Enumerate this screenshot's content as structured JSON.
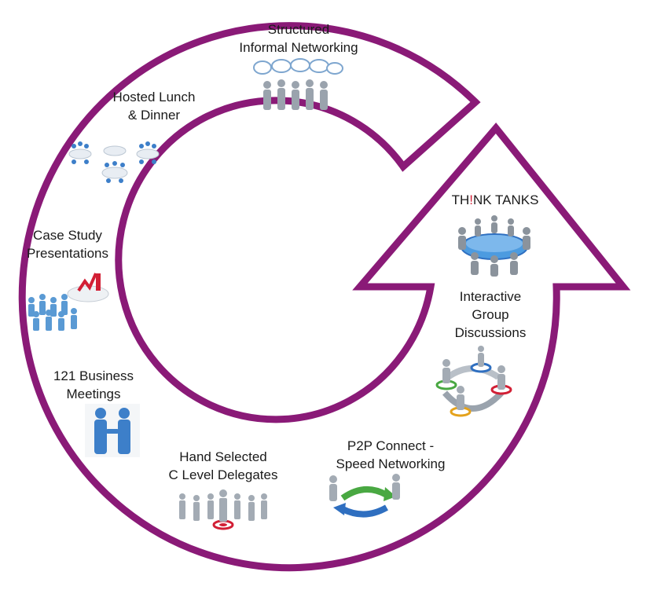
{
  "colors": {
    "ring_stroke": "#8a1a77",
    "ring_fill": "#ffffff",
    "figure_blue": "#3d7fc9",
    "figure_grey": "#9aa3ad",
    "target_red": "#d21f35",
    "accent": "#d21f35"
  },
  "stages": [
    {
      "id": "structured",
      "lines": [
        "Structured",
        "Informal Networking"
      ],
      "icon": "speech-bubbles-group-icon"
    },
    {
      "id": "hosted-lunch",
      "lines": [
        "Hosted Lunch",
        "& Dinner"
      ],
      "icon": "dining-groups-icon"
    },
    {
      "id": "case-study",
      "lines": [
        "Case Study",
        "Presentations"
      ],
      "icon": "presentation-audience-icon"
    },
    {
      "id": "business-meetings",
      "lines": [
        "121 Business",
        "Meetings"
      ],
      "icon": "handshake-icon"
    },
    {
      "id": "hand-selected",
      "lines": [
        "Hand Selected",
        "C Level Delegates"
      ],
      "icon": "target-selection-icon"
    },
    {
      "id": "p2p",
      "lines": [
        "P2P Connect -",
        "Speed Networking"
      ],
      "icon": "exchange-arrows-icon"
    },
    {
      "id": "interactive",
      "lines": [
        "Interactive",
        "Group",
        "Discussions"
      ],
      "icon": "group-cycle-icon"
    }
  ],
  "think_tanks": {
    "pre": "TH",
    "accent_char": "!",
    "post": "NK TANKS",
    "icon": "round-table-icon"
  }
}
